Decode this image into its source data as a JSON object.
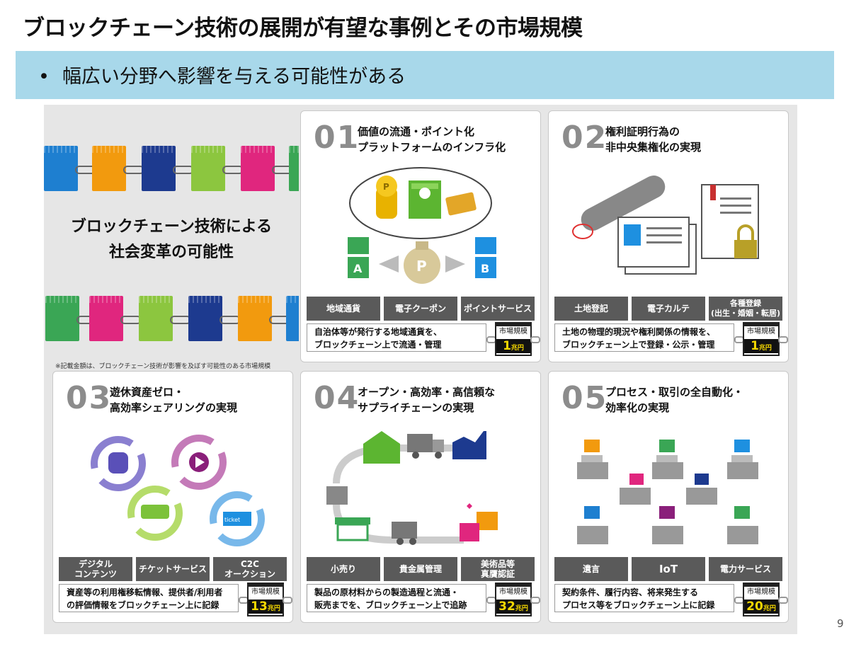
{
  "title": "ブロックチェーン技術の展開が有望な事例とその市場規模",
  "subtitle": "幅広い分野へ影響を与える可能性がある",
  "bullet": "•",
  "intro": {
    "line1": "ブロックチェーン技術による",
    "line2": "社会変革の可能性",
    "note": "※記載金額は、ブロックチェーン技術が影響を及ぼす可能性のある市場規模"
  },
  "market_label": "市場規模",
  "cards": [
    {
      "num": "01",
      "title": "価値の流通・ポイント化\nプラットフォームのインフラ化",
      "tags": [
        "地域通貨",
        "電子クーポン",
        "ポイントサービス"
      ],
      "desc": "自治体等が発行する地域通貨を、\nブロックチェーン上で流通・管理",
      "value": "1",
      "unit": "兆円",
      "ill_text": [
        "P",
        "A",
        "B",
        "P"
      ]
    },
    {
      "num": "02",
      "title": "権利証明行為の\n非中央集権化の実現",
      "tags": [
        "土地登記",
        "電子カルテ",
        "各種登録\n(出生・婚姻・転居)"
      ],
      "desc": "土地の物理的現況や権利関係の情報を、\nブロックチェーン上で登録・公示・管理",
      "value": "1",
      "unit": "兆円"
    },
    {
      "num": "03",
      "title": "遊休資産ゼロ・\n高効率シェアリングの実現",
      "tags": [
        "デジタル\nコンテンツ",
        "チケットサービス",
        "C2C\nオークション"
      ],
      "desc": "資産等の利用権移転情報、提供者/利用者\nの評価情報をブロックチェーン上に記録",
      "value": "13",
      "unit": "兆円",
      "ill_text": [
        "ticket"
      ]
    },
    {
      "num": "04",
      "title": "オープン・高効率・高信頼な\nサプライチェーンの実現",
      "tags": [
        "小売り",
        "貴金属管理",
        "美術品等\n真贋認証"
      ],
      "desc": "製品の原材料からの製造過程と流通・\n販売までを、ブロックチェーン上で追跡",
      "value": "32",
      "unit": "兆円"
    },
    {
      "num": "05",
      "title": "プロセス・取引の全自動化・\n効率化の実現",
      "tags": [
        "遺言",
        "IoT",
        "電力サービス"
      ],
      "desc": "契約条件、履行内容、将来発生する\nプロセス等をブロックチェーン上に記録",
      "value": "20",
      "unit": "兆円"
    }
  ],
  "page_number": "9",
  "colors": {
    "header_bar": "#a8d8ea",
    "tag_bg": "#5a5a5a",
    "panel_bg": "#e6e6e6",
    "number_gray": "#8c8c8c",
    "market_value": "#f5d800",
    "block_colors": [
      "#1e7fd0",
      "#f29a0e",
      "#1d3a8f",
      "#8cc63f",
      "#e0267e",
      "#3aa655"
    ]
  }
}
